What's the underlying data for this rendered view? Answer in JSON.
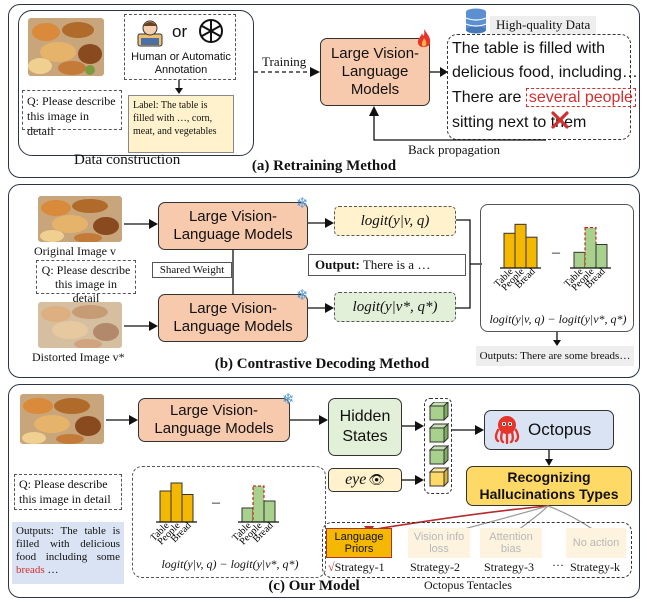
{
  "panel_a": {
    "query": "Q: Please describe this image in detail",
    "or_text": "or",
    "annotation": "Human or Automatic Annotation",
    "label": "Label: The table is filled with …, corn, meat, and vegetables",
    "data_construction": "Data construction",
    "training": "Training",
    "lvlm": "Large Vision-Language Models",
    "hq_data": "High-quality Data",
    "output_line1": "The table is filled with",
    "output_line2": "delicious food, including…",
    "output_line3a": "There  are",
    "output_highlight": "several people",
    "output_line4": "sitting next to them",
    "back_prop": "Back propagation",
    "caption": "(a) Retraining Method",
    "cross_color": "#d32f2f"
  },
  "panel_b": {
    "original_image": "Original Image v",
    "query": "Q: Please describe this image in detail",
    "distorted_image": "Distorted Image v*",
    "lvlm_top": "Large Vision-Language Models",
    "lvlm_bottom": "Large Vision-Language Models",
    "shared_weight": "Shared Weight",
    "logit_top": "logit(y|v, q)",
    "logit_bottom": "logit(y|v*, q*)",
    "output_label": "Output:",
    "output_text": "There is a …",
    "minus": "–",
    "bar_labels": [
      "Table",
      "People",
      "Bread"
    ],
    "left_values": [
      0.62,
      0.78,
      0.55
    ],
    "right_values": [
      0.28,
      0.72,
      0.42
    ],
    "formula": "logit(y|v, q) − logit(y|v*, q*)",
    "outputs": "Outputs: There are some breads…",
    "caption": "(b) Contrastive Decoding Method",
    "bar_left_color": "#f5b800",
    "bar_right_color": "#a9d18e"
  },
  "panel_c": {
    "lvlm": "Large Vision-Language Models",
    "hidden_states": "Hidden States",
    "eye_text": "eye",
    "octopus": "Octopus",
    "recognizing": "Recognizing Hallucinations Types",
    "query": "Q: Please describe this image in detail",
    "outputs_prefix": "Outputs: The table is filled with delicious food including some",
    "outputs_highlight": "breads",
    "outputs_suffix": " …",
    "minus": "–",
    "bar_labels": [
      "Table",
      "People",
      "Bread"
    ],
    "left_values": [
      0.62,
      0.78,
      0.55
    ],
    "right_values": [
      0.28,
      0.72,
      0.42
    ],
    "formula": "logit(y|v, q) − logit(y|v*, q*)",
    "strategies": [
      {
        "box": "Language Priors",
        "label": "Strategy-1",
        "active": true
      },
      {
        "box": "Vision info loss",
        "label": "Strategy-2",
        "active": false
      },
      {
        "box": "Attention bias",
        "label": "Strategy-3",
        "active": false
      },
      {
        "box": "No action",
        "label": "Strategy-k",
        "active": false
      }
    ],
    "ellipsis": "···",
    "checkmark": "√",
    "tentacles": "Octopus Tentacles",
    "caption": "(c) Our Model"
  }
}
